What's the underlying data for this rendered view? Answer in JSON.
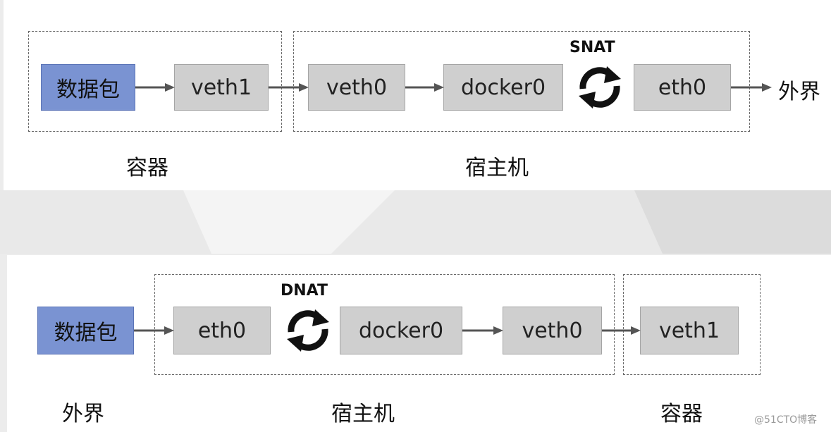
{
  "top": {
    "packet": "数据包",
    "container_iface": "veth1",
    "host_veth": "veth0",
    "bridge": "docker0",
    "nat_label": "SNAT",
    "host_eth": "eth0",
    "external": "外界",
    "container_label": "容器",
    "host_label": "宿主机"
  },
  "bottom": {
    "packet": "数据包",
    "host_eth": "eth0",
    "nat_label": "DNAT",
    "bridge": "docker0",
    "host_veth": "veth0",
    "container_iface": "veth1",
    "external_label": "外界",
    "host_label": "宿主机",
    "container_label": "容器"
  },
  "watermark": "@51CTO博客",
  "colors": {
    "packet_fill": "#7a93d2",
    "iface_fill": "#cfcfcf",
    "dashed_border": "#6a6a6a",
    "arrow": "#555555"
  }
}
